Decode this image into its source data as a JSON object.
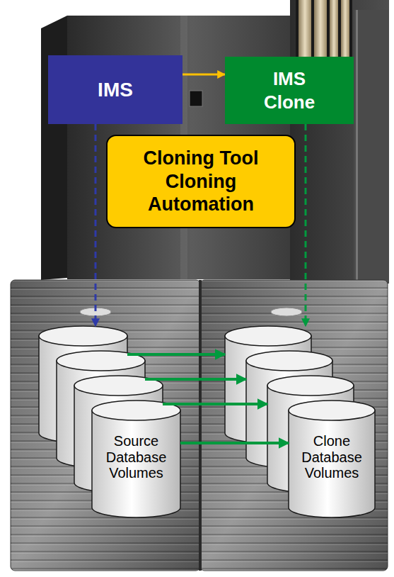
{
  "diagram": {
    "nodes": [
      {
        "text": [
          "IMS"
        ]
      },
      {
        "text": [
          "IMS Clone"
        ]
      },
      {
        "text": [
          "Cloning Tool Cloning Automation"
        ]
      },
      {
        "text": [
          "Source Database Volumes"
        ]
      },
      {
        "text": [
          "Clone Database Volumes"
        ]
      }
    ],
    "edges": [
      {
        "from": 0,
        "to": 1,
        "arrow": "to"
      },
      {
        "from": 0,
        "to": 3,
        "arrow": "to"
      },
      {
        "from": 1,
        "to": 4,
        "arrow": "to"
      },
      {
        "from": 3,
        "to": 4,
        "arrow": "to"
      }
    ]
  }
}
